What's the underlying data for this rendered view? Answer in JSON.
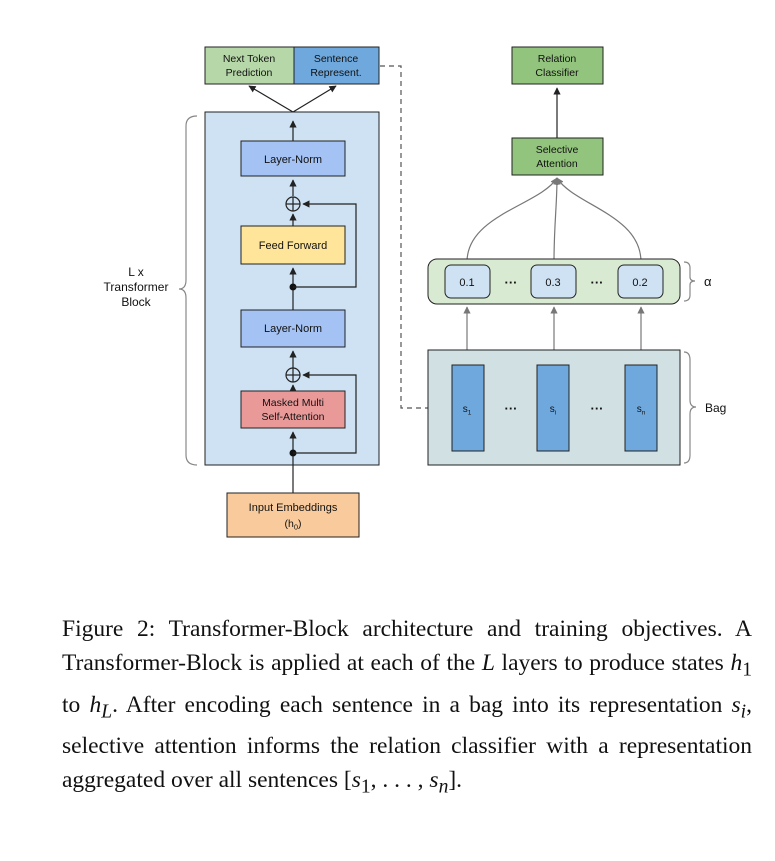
{
  "left_block": {
    "outputs": {
      "next_token": [
        "Next Token",
        "Prediction"
      ],
      "sentence_repr": [
        "Sentence",
        "Represent."
      ]
    },
    "layer_norm_top": "Layer-Norm",
    "feed_forward": "Feed Forward",
    "layer_norm_bottom": "Layer-Norm",
    "attention": [
      "Masked Multi",
      "Self-Attention"
    ],
    "input": {
      "line1": "Input Embeddings",
      "line2_base": "(h",
      "line2_sub": "0",
      "line2_end": ")"
    },
    "brace_label": [
      "L x",
      "Transformer",
      "Block"
    ]
  },
  "right_block": {
    "relation_classifier": [
      "Relation",
      "Classifier"
    ],
    "selective_attention": [
      "Selective",
      "Attention"
    ],
    "alpha_values": [
      "0.1",
      "0.3",
      "0.2"
    ],
    "alpha_ellipsis": "···",
    "alpha_label": "α",
    "bag_items": [
      {
        "base": "s",
        "sub": "1"
      },
      {
        "base": "s",
        "sub": "i"
      },
      {
        "base": "s",
        "sub": "n"
      }
    ],
    "bag_ellipsis": "···",
    "bag_label": "Bag"
  },
  "colors": {
    "green_box": "#93c47d",
    "blue_box": "#6fa8dc",
    "transformer_bg": "#cfe2f3",
    "layer_norm": "#a4c2f4",
    "feed_forward": "#ffe599",
    "attention": "#ea9999",
    "input": "#f9cb9c",
    "alpha_bg": "#d9ead3",
    "alpha_cell": "#cfe2f3",
    "bag_bg": "#d0e0e3",
    "bag_item": "#6fa8dc"
  },
  "caption": {
    "prefix": "Figure 2: Transformer-Block architecture and training objectives. A Transformer-Block is applied at each of the ",
    "L": "L",
    "mid1": " layers to produce states ",
    "h1": "h",
    "h1_sub": "1",
    "to": " to ",
    "hL": "h",
    "hL_sub": "L",
    "mid2": ". After encoding each sentence in a bag into its representation ",
    "si": "s",
    "si_sub": "i",
    "mid3": ", selective attention informs the relation classifier with a representation aggregated over all sentences [",
    "s1": "s",
    "s1_sub": "1",
    "dots": ", . . . , ",
    "sn": "s",
    "sn_sub": "n",
    "end": "]."
  }
}
